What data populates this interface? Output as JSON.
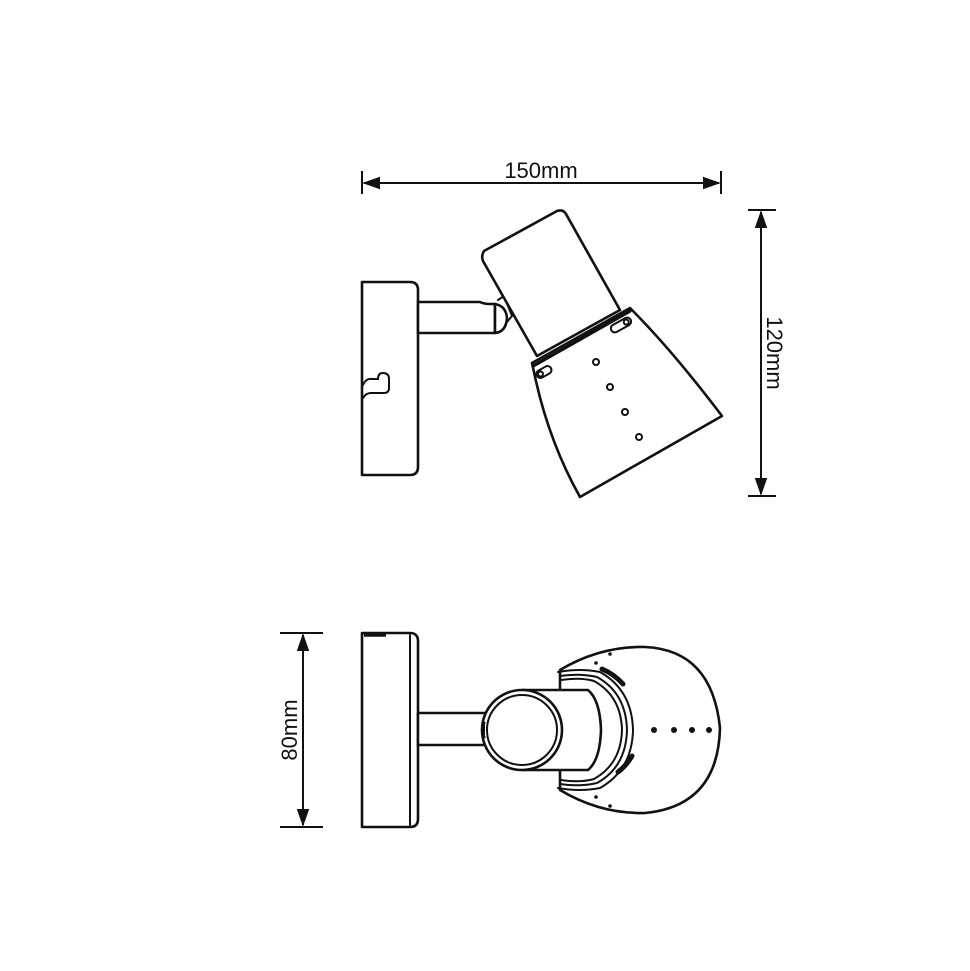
{
  "diagram": {
    "type": "technical-dimension-drawing",
    "subject": "wall spotlight",
    "colors": {
      "line": "#111111",
      "background": "#ffffff"
    },
    "side_view": {
      "dimensions": {
        "width": {
          "label": "150mm",
          "value": 150,
          "unit": "mm",
          "orientation": "horizontal"
        },
        "height": {
          "label": "120mm",
          "value": 120,
          "unit": "mm",
          "orientation": "vertical"
        }
      },
      "parts": [
        "backplate",
        "switch",
        "arm",
        "joint",
        "lamp-holder-cylinder",
        "shade"
      ]
    },
    "top_view": {
      "dimensions": {
        "depth": {
          "label": "80mm",
          "value": 80,
          "unit": "mm",
          "orientation": "vertical"
        }
      },
      "parts": [
        "backplate",
        "arm",
        "lamp-holder-cylinder",
        "shade"
      ]
    }
  }
}
